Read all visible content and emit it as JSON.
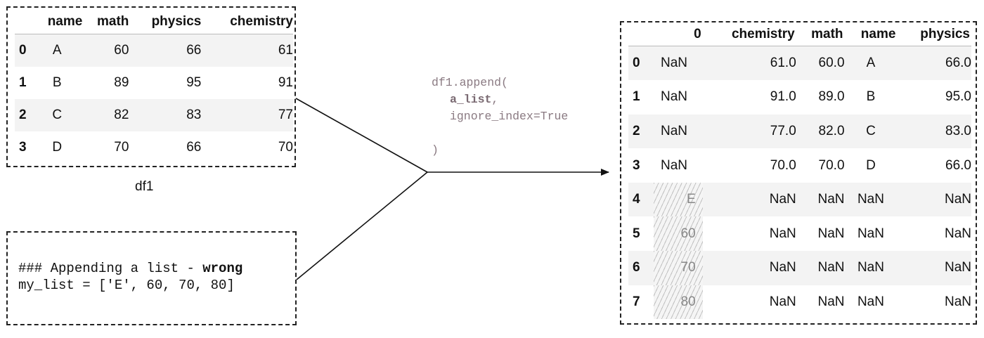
{
  "df1": {
    "columns": [
      "",
      "name",
      "math",
      "physics",
      "chemistry"
    ],
    "rows": [
      {
        "idx": "0",
        "name": "A",
        "math": "60",
        "physics": "66",
        "chemistry": "61"
      },
      {
        "idx": "1",
        "name": "B",
        "math": "89",
        "physics": "95",
        "chemistry": "91"
      },
      {
        "idx": "2",
        "name": "C",
        "math": "82",
        "physics": "83",
        "chemistry": "77"
      },
      {
        "idx": "3",
        "name": "D",
        "math": "70",
        "physics": "66",
        "chemistry": "70"
      }
    ],
    "caption": "df1"
  },
  "code": {
    "comment_prefix": "### Appending a list - ",
    "comment_bold": "wrong",
    "line2": "my_list = ['E', 60, 70, 80]"
  },
  "append_call": {
    "line1": "df1.append(",
    "arg1": "a_list",
    "arg1_suffix": ",",
    "arg2": "ignore_index=True",
    "close": ")"
  },
  "result": {
    "columns": [
      "",
      "0",
      "chemistry",
      "math",
      "name",
      "physics"
    ],
    "rows": [
      {
        "idx": "0",
        "c0": "NaN",
        "chemistry": "61.0",
        "math": "60.0",
        "name": "A",
        "physics": "66.0"
      },
      {
        "idx": "1",
        "c0": "NaN",
        "chemistry": "91.0",
        "math": "89.0",
        "name": "B",
        "physics": "95.0"
      },
      {
        "idx": "2",
        "c0": "NaN",
        "chemistry": "77.0",
        "math": "82.0",
        "name": "C",
        "physics": "83.0"
      },
      {
        "idx": "3",
        "c0": "NaN",
        "chemistry": "70.0",
        "math": "70.0",
        "name": "D",
        "physics": "66.0"
      },
      {
        "idx": "4",
        "c0": "E",
        "chemistry": "NaN",
        "math": "NaN",
        "name": "NaN",
        "physics": "NaN",
        "hatched": true
      },
      {
        "idx": "5",
        "c0": "60",
        "chemistry": "NaN",
        "math": "NaN",
        "name": "NaN",
        "physics": "NaN",
        "hatched": true
      },
      {
        "idx": "6",
        "c0": "70",
        "chemistry": "NaN",
        "math": "NaN",
        "name": "NaN",
        "physics": "NaN",
        "hatched": true
      },
      {
        "idx": "7",
        "c0": "80",
        "chemistry": "NaN",
        "math": "NaN",
        "name": "NaN",
        "physics": "NaN",
        "hatched": true
      }
    ]
  }
}
